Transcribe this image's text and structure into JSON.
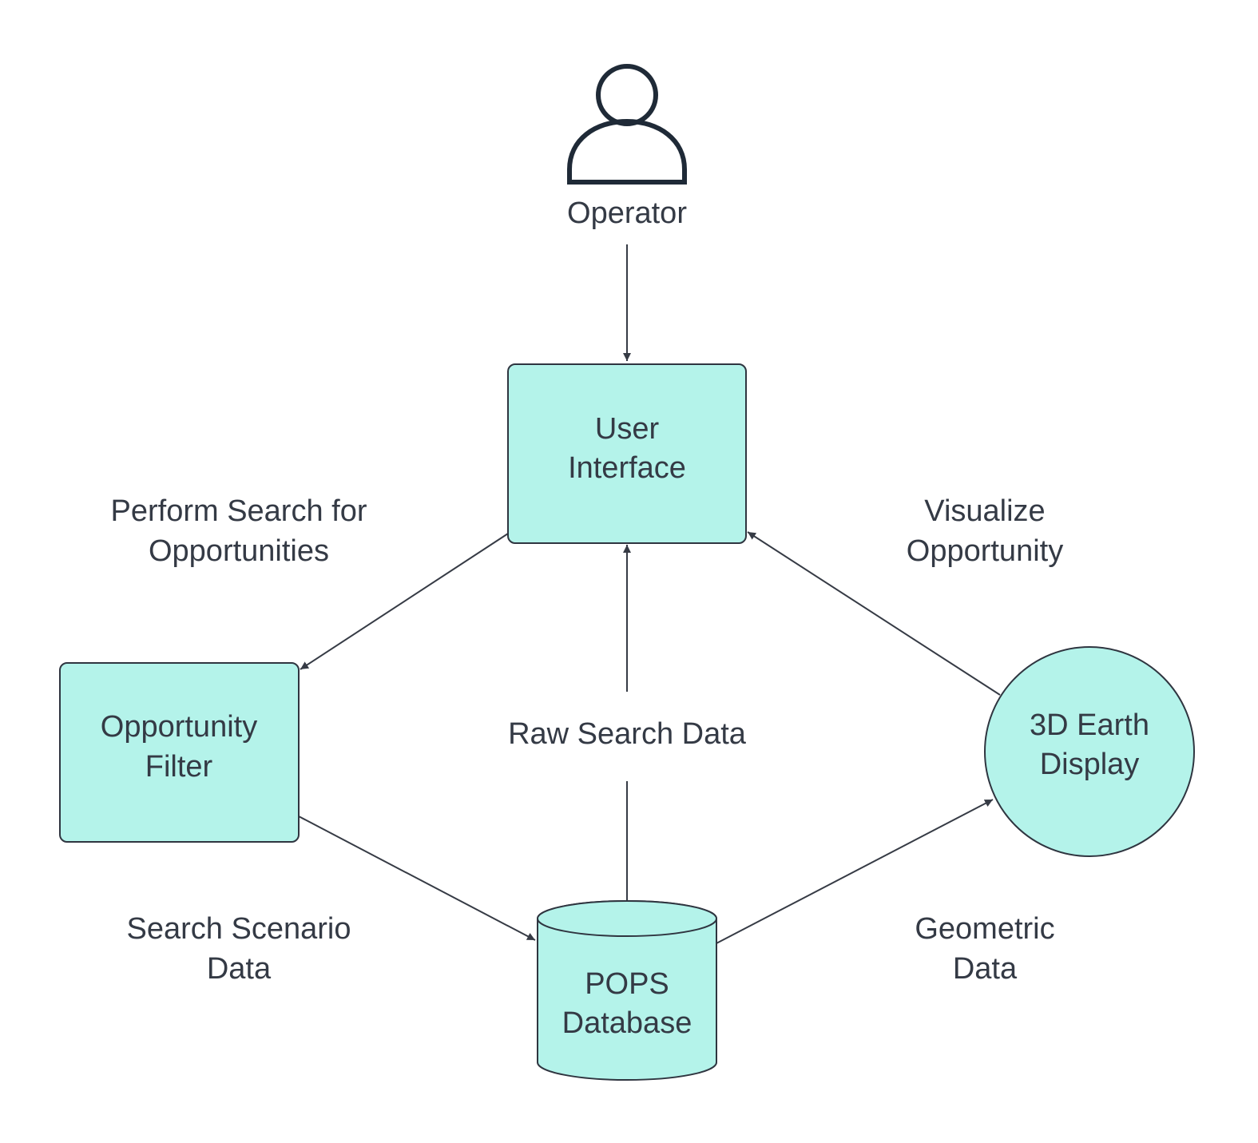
{
  "actor": {
    "label": "Operator"
  },
  "nodes": {
    "user_interface": {
      "line1": "User",
      "line2": "Interface"
    },
    "opportunity_filter": {
      "line1": "Opportunity",
      "line2": "Filter"
    },
    "pops_database": {
      "line1": "POPS",
      "line2": "Database"
    },
    "earth_display": {
      "line1": "3D Earth",
      "line2": "Display"
    }
  },
  "edges": {
    "perform_search": {
      "line1": "Perform Search for",
      "line2": "Opportunities"
    },
    "raw_search_data": {
      "line1": "Raw Search Data"
    },
    "visualize": {
      "line1": "Visualize",
      "line2": "Opportunity"
    },
    "search_scenario": {
      "line1": "Search Scenario",
      "line2": "Data"
    },
    "geometric": {
      "line1": "Geometric",
      "line2": "Data"
    }
  },
  "colors": {
    "node_fill": "#b4f3ea",
    "stroke": "#2f3540",
    "text": "#343a45"
  }
}
